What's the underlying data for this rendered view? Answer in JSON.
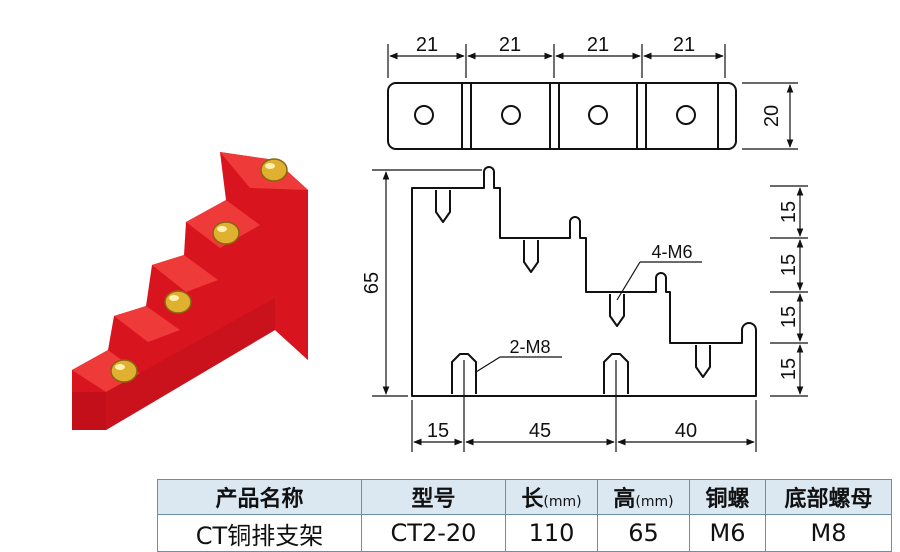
{
  "top_view": {
    "pitches": [
      "21",
      "21",
      "21",
      "21"
    ],
    "height": "20"
  },
  "side_view": {
    "total_height": "65",
    "step_heights": [
      "15",
      "15",
      "15",
      "15"
    ],
    "bottom_dims": [
      "15",
      "45",
      "40"
    ],
    "callout_top": "4-M6",
    "callout_bottom": "2-M8"
  },
  "table": {
    "headers": [
      {
        "label": "产品名称",
        "unit": ""
      },
      {
        "label": "型号",
        "unit": ""
      },
      {
        "label": "长",
        "unit": "(mm)"
      },
      {
        "label": "高",
        "unit": "(mm)"
      },
      {
        "label": "铜螺",
        "unit": ""
      },
      {
        "label": "底部螺母",
        "unit": ""
      }
    ],
    "row": [
      "CT铜排支架",
      "CT2-20",
      "110",
      "65",
      "M6",
      "M8"
    ]
  },
  "colors": {
    "body_red": "#d8141f",
    "brass": "#e0b030",
    "line": "#111111",
    "table_header_bg": "#dbe8f2"
  }
}
